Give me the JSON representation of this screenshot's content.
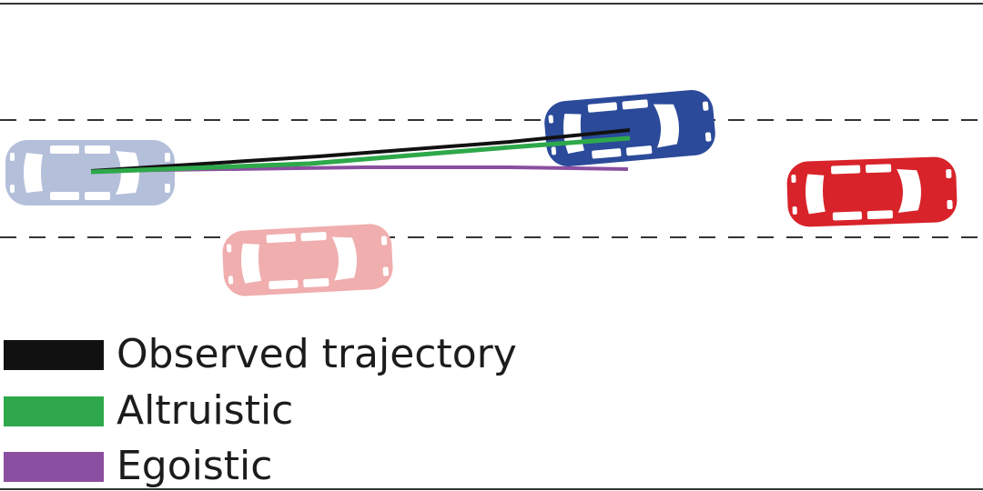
{
  "colors": {
    "observed": "#111111",
    "altruistic": "#2ea84a",
    "egoistic": "#8a4fa0",
    "blue_car": "#2b4a9a",
    "blue_car_ghost": "#b4bfda",
    "red_car": "#d8232a",
    "red_car_ghost": "#f0aeae",
    "lane_line": "#333333"
  },
  "vehicles": [
    {
      "name": "blue-car-ghost",
      "color_key": "blue_car_ghost",
      "state": "initial"
    },
    {
      "name": "blue-car",
      "color_key": "blue_car",
      "state": "final"
    },
    {
      "name": "red-car-ghost",
      "color_key": "red_car_ghost",
      "state": "initial"
    },
    {
      "name": "red-car",
      "color_key": "red_car",
      "state": "final"
    }
  ],
  "legend": [
    {
      "key": "observed",
      "label": "Observed trajectory"
    },
    {
      "key": "altruistic",
      "label": "Altruistic"
    },
    {
      "key": "egoistic",
      "label": "Egoistic"
    }
  ]
}
